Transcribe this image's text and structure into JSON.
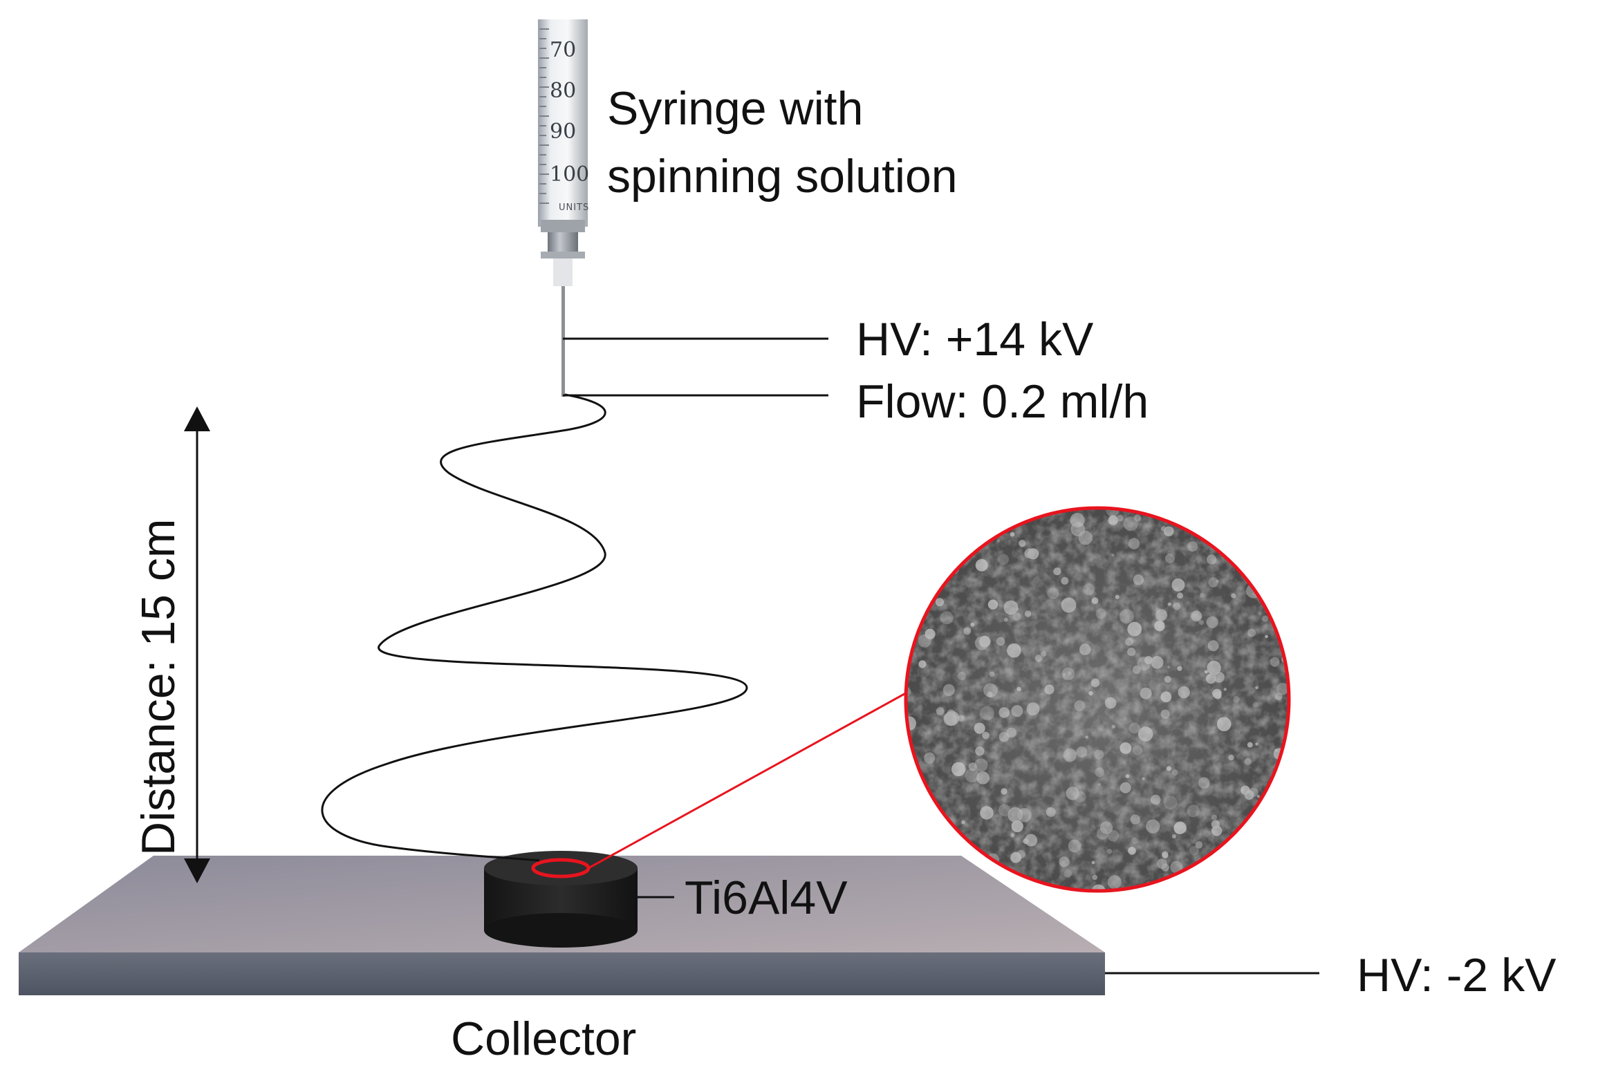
{
  "syringe": {
    "scale_labels": [
      "70",
      "80",
      "90",
      "100"
    ],
    "unit_mark": "UNITS",
    "label_line1": "Syringe with",
    "label_line2": "spinning solution"
  },
  "voltage_top": "HV: +14 kV",
  "flow": "Flow: 0.2 ml/h",
  "distance": "Distance: 15 cm",
  "sample": "Ti6Al4V",
  "voltage_bottom": "HV: -2 kV",
  "collector": "Collector",
  "colors": {
    "magnifier_outline": "#e8141e",
    "collector_top": "#8e8c99",
    "collector_front": "#5c6170",
    "sample": "#1f1f1f",
    "line": "#111111"
  }
}
